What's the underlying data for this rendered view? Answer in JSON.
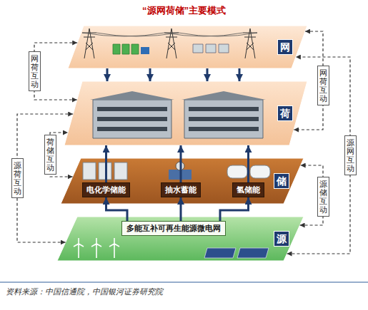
{
  "diagram": {
    "title": "“源网荷储”主要模式",
    "caption": "资料来源：中国信通院，中国银河证券研究院",
    "nodes": [
      {
        "text": [
          "网"
        ]
      },
      {
        "text": [
          "荷"
        ]
      },
      {
        "text": [
          "储"
        ]
      },
      {
        "text": [
          "电化学储能"
        ],
        "in": 2
      },
      {
        "text": [
          "抽水蓄能"
        ],
        "in": 2
      },
      {
        "text": [
          "氢储能"
        ],
        "in": 2
      },
      {
        "text": [
          "源"
        ]
      },
      {
        "text": [
          "多能互补可再生能源微电网"
        ],
        "in": 6
      }
    ],
    "edges": [
      {
        "from": 0,
        "to": 1,
        "arrow": "to"
      },
      {
        "from": 0,
        "to": 1,
        "arrow": "to"
      },
      {
        "from": 0,
        "to": 1,
        "arrow": "to"
      },
      {
        "from": 0,
        "to": 1,
        "arrow": "to"
      },
      {
        "from": 3,
        "to": 1,
        "arrow": "to"
      },
      {
        "from": 4,
        "to": 1,
        "arrow": "to"
      },
      {
        "from": 5,
        "to": 1,
        "arrow": "to"
      },
      {
        "from": 7,
        "to": 3,
        "arrow": "to"
      },
      {
        "from": 7,
        "to": 4,
        "arrow": "to"
      },
      {
        "from": 7,
        "to": 5,
        "arrow": "to"
      },
      {
        "from": 0,
        "to": 1,
        "label": "网荷互动",
        "arrow": "both"
      },
      {
        "from": 2,
        "to": 1,
        "label": "荷储互动",
        "arrow": "both"
      },
      {
        "from": 6,
        "to": 1,
        "label": "源荷互动",
        "arrow": "both"
      },
      {
        "from": 0,
        "to": 1,
        "label": "网荷互动",
        "arrow": "both"
      },
      {
        "from": 6,
        "to": 0,
        "label": "源网互动",
        "arrow": "both"
      },
      {
        "from": 6,
        "to": 2,
        "label": "源储互动",
        "arrow": "both"
      }
    ]
  }
}
